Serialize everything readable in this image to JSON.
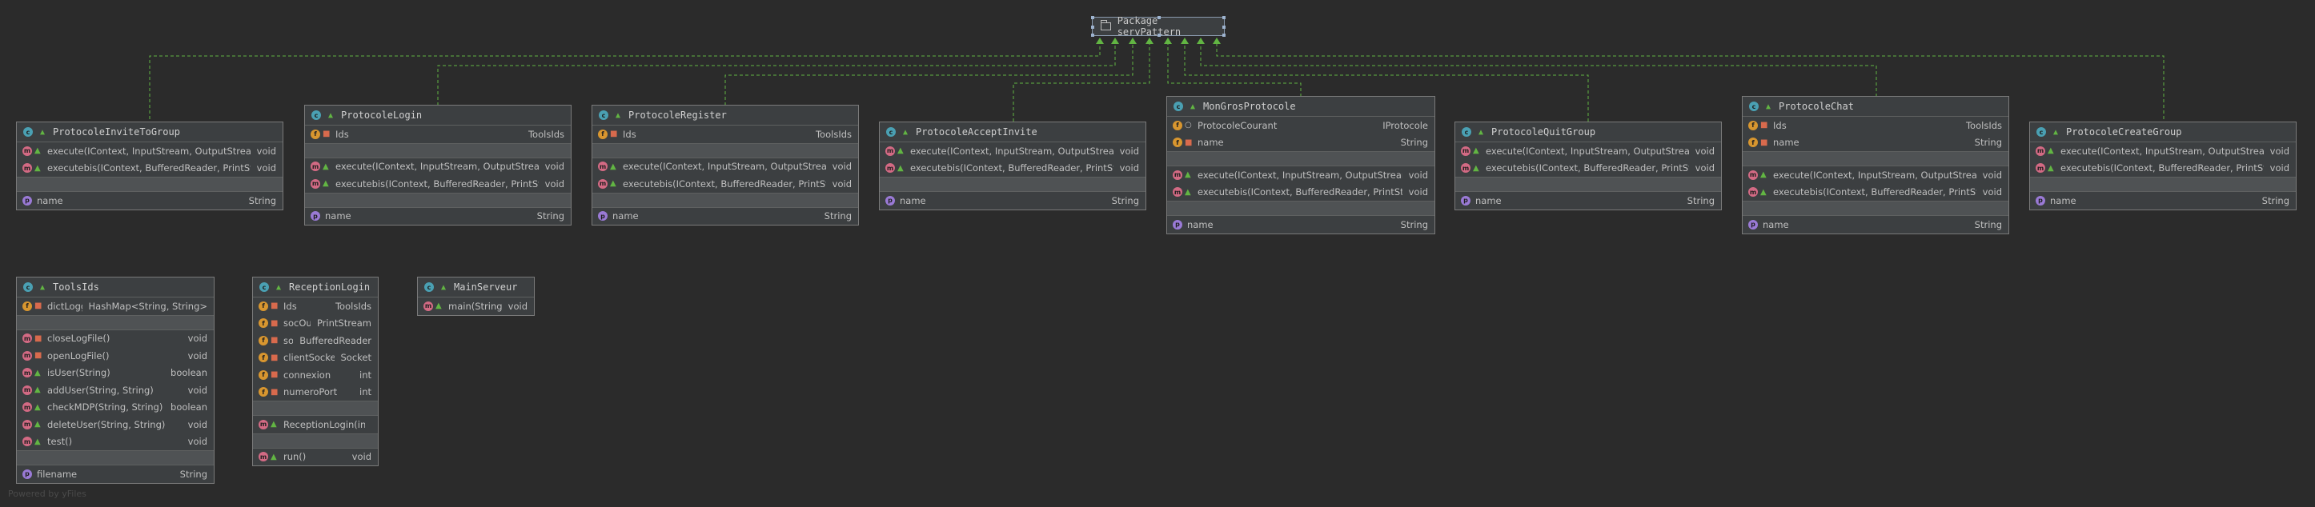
{
  "package": {
    "title": "Package servPattern"
  },
  "classes": {
    "invite": {
      "name": "ProtocoleInviteToGroup",
      "methods": [
        {
          "name": "execute(IContext, InputStream, OutputStream)",
          "type": "void"
        },
        {
          "name": "executebis(IContext, BufferedReader, PrintStream)",
          "type": "void"
        }
      ],
      "properties": [
        {
          "name": "name",
          "type": "String"
        }
      ]
    },
    "login": {
      "name": "ProtocoleLogin",
      "fields": [
        {
          "name": "Ids",
          "type": "ToolsIds"
        }
      ],
      "methods": [
        {
          "name": "execute(IContext, InputStream, OutputStream)",
          "type": "void"
        },
        {
          "name": "executebis(IContext, BufferedReader, PrintStream)",
          "type": "void"
        }
      ],
      "properties": [
        {
          "name": "name",
          "type": "String"
        }
      ]
    },
    "register": {
      "name": "ProtocoleRegister",
      "fields": [
        {
          "name": "Ids",
          "type": "ToolsIds"
        }
      ],
      "methods": [
        {
          "name": "execute(IContext, InputStream, OutputStream)",
          "type": "void"
        },
        {
          "name": "executebis(IContext, BufferedReader, PrintStream)",
          "type": "void"
        }
      ],
      "properties": [
        {
          "name": "name",
          "type": "String"
        }
      ]
    },
    "accept": {
      "name": "ProtocoleAcceptInvite",
      "methods": [
        {
          "name": "execute(IContext, InputStream, OutputStream)",
          "type": "void"
        },
        {
          "name": "executebis(IContext, BufferedReader, PrintStream)",
          "type": "void"
        }
      ],
      "properties": [
        {
          "name": "name",
          "type": "String"
        }
      ]
    },
    "mongros": {
      "name": "MonGrosProtocole",
      "fields": [
        {
          "name": "ProtocoleCourant",
          "type": "IProtocole"
        },
        {
          "name": "name",
          "type": "String"
        }
      ],
      "methods": [
        {
          "name": "execute(IContext, InputStream, OutputStream)",
          "type": "void"
        },
        {
          "name": "executebis(IContext, BufferedReader, PrintStream)",
          "type": "void"
        }
      ],
      "properties": [
        {
          "name": "name",
          "type": "String"
        }
      ]
    },
    "quit": {
      "name": "ProtocoleQuitGroup",
      "methods": [
        {
          "name": "execute(IContext, InputStream, OutputStream)",
          "type": "void"
        },
        {
          "name": "executebis(IContext, BufferedReader, PrintStream)",
          "type": "void"
        }
      ],
      "properties": [
        {
          "name": "name",
          "type": "String"
        }
      ]
    },
    "chat": {
      "name": "ProtocoleChat",
      "fields": [
        {
          "name": "Ids",
          "type": "ToolsIds"
        },
        {
          "name": "name",
          "type": "String"
        }
      ],
      "methods": [
        {
          "name": "execute(IContext, InputStream, OutputStream)",
          "type": "void"
        },
        {
          "name": "executebis(IContext, BufferedReader, PrintStream)",
          "type": "void"
        }
      ],
      "properties": [
        {
          "name": "name",
          "type": "String"
        }
      ]
    },
    "create": {
      "name": "ProtocoleCreateGroup",
      "methods": [
        {
          "name": "execute(IContext, InputStream, OutputStream)",
          "type": "void"
        },
        {
          "name": "executebis(IContext, BufferedReader, PrintStream)",
          "type": "void"
        }
      ],
      "properties": [
        {
          "name": "name",
          "type": "String"
        }
      ]
    },
    "tools": {
      "name": "ToolsIds",
      "fields": [
        {
          "name": "dictLoggins",
          "type": "HashMap<String, String>"
        }
      ],
      "methods": [
        {
          "name": "closeLogFile()",
          "type": "void"
        },
        {
          "name": "openLogFile()",
          "type": "void"
        },
        {
          "name": "isUser(String)",
          "type": "boolean"
        },
        {
          "name": "addUser(String, String)",
          "type": "void"
        },
        {
          "name": "checkMDP(String, String)",
          "type": "boolean"
        },
        {
          "name": "deleteUser(String, String)",
          "type": "void"
        },
        {
          "name": "test()",
          "type": "void"
        }
      ],
      "properties": [
        {
          "name": "filename",
          "type": "String"
        }
      ]
    },
    "reception": {
      "name": "ReceptionLogin",
      "fields": [
        {
          "name": "Ids",
          "type": "ToolsIds"
        },
        {
          "name": "socOut",
          "type": "PrintStream"
        },
        {
          "name": "socIn",
          "type": "BufferedReader"
        },
        {
          "name": "clientSocket",
          "type": "Socket"
        },
        {
          "name": "connexion",
          "type": "int"
        },
        {
          "name": "numeroPort",
          "type": "int"
        }
      ],
      "constructors": [
        {
          "name": "ReceptionLogin(int)",
          "type": ""
        }
      ],
      "methods": [
        {
          "name": "run()",
          "type": "void"
        }
      ]
    },
    "mainserveur": {
      "name": "MainServeur",
      "methods": [
        {
          "name": "main(String[])",
          "type": "void"
        }
      ]
    }
  },
  "watermark": "Powered by yFiles",
  "colors": {
    "background": "#2b2b2b",
    "class_badge": "#4aa0b3",
    "method_badge": "#d36a84",
    "field_badge": "#d8962f",
    "property_badge": "#9a7ad6",
    "edge": "#62b543"
  }
}
